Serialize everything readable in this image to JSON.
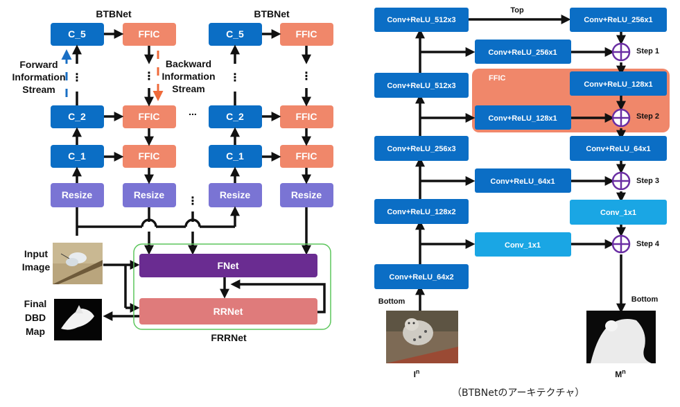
{
  "left": {
    "btbnet_titles": [
      "BTBNet",
      "BTBNet"
    ],
    "col1": {
      "c5": "C_5",
      "c2": "C_2",
      "c1": "C_1",
      "resize": "Resize"
    },
    "col2": {
      "ffic": "FFIC",
      "resize": "Resize"
    },
    "col3": {
      "c5": "C_5",
      "c2": "C_2",
      "c1": "C_1",
      "resize": "Resize"
    },
    "col4": {
      "ffic": "FFIC",
      "resize": "Resize"
    },
    "dots_h": "...",
    "dots_v": "⋮",
    "forward": [
      "Forward",
      "Information",
      "Stream"
    ],
    "backward": [
      "Backward",
      "Information",
      "Stream"
    ],
    "input_image": [
      "Input",
      "Image"
    ],
    "final_map": [
      "Final",
      "DBD",
      "Map"
    ],
    "fnet": "FNet",
    "rrnet": "RRNet",
    "frrnet": "FRRNet"
  },
  "right": {
    "top": "Top",
    "bottom_left": "Bottom",
    "bottom_right": "Bottom",
    "ffic": "FFIC",
    "enc": [
      "Conv+ReLU_512x3",
      "Conv+ReLU_512x3",
      "Conv+ReLU_256x3",
      "Conv+ReLU_128x2",
      "Conv+ReLU_64x2"
    ],
    "lat": [
      "Conv+ReLU_256x1",
      "Conv+ReLU_128x1",
      "Conv+ReLU_64x1",
      "Conv_1x1"
    ],
    "dec": [
      "Conv+ReLU_256x1",
      "Conv+ReLU_128x1",
      "Conv+ReLU_64x1",
      "Conv_1x1"
    ],
    "steps": [
      "Step 1",
      "Step 2",
      "Step 3",
      "Step 4"
    ],
    "in_label": "I",
    "in_sup": "n",
    "out_label": "M",
    "out_sup": "n"
  },
  "caption": "（BTBNetのアーキテクチャ）",
  "colors": {
    "blue": "#0b6ec5",
    "light_blue": "#1aa6e4",
    "salmon": "#f0876a",
    "purple_resize": "#7a74d4",
    "fnet": "#6a2c91",
    "rrnet": "#df7b7b",
    "frrnet_border": "#5cc65c",
    "plus": "#6a2ea3"
  }
}
